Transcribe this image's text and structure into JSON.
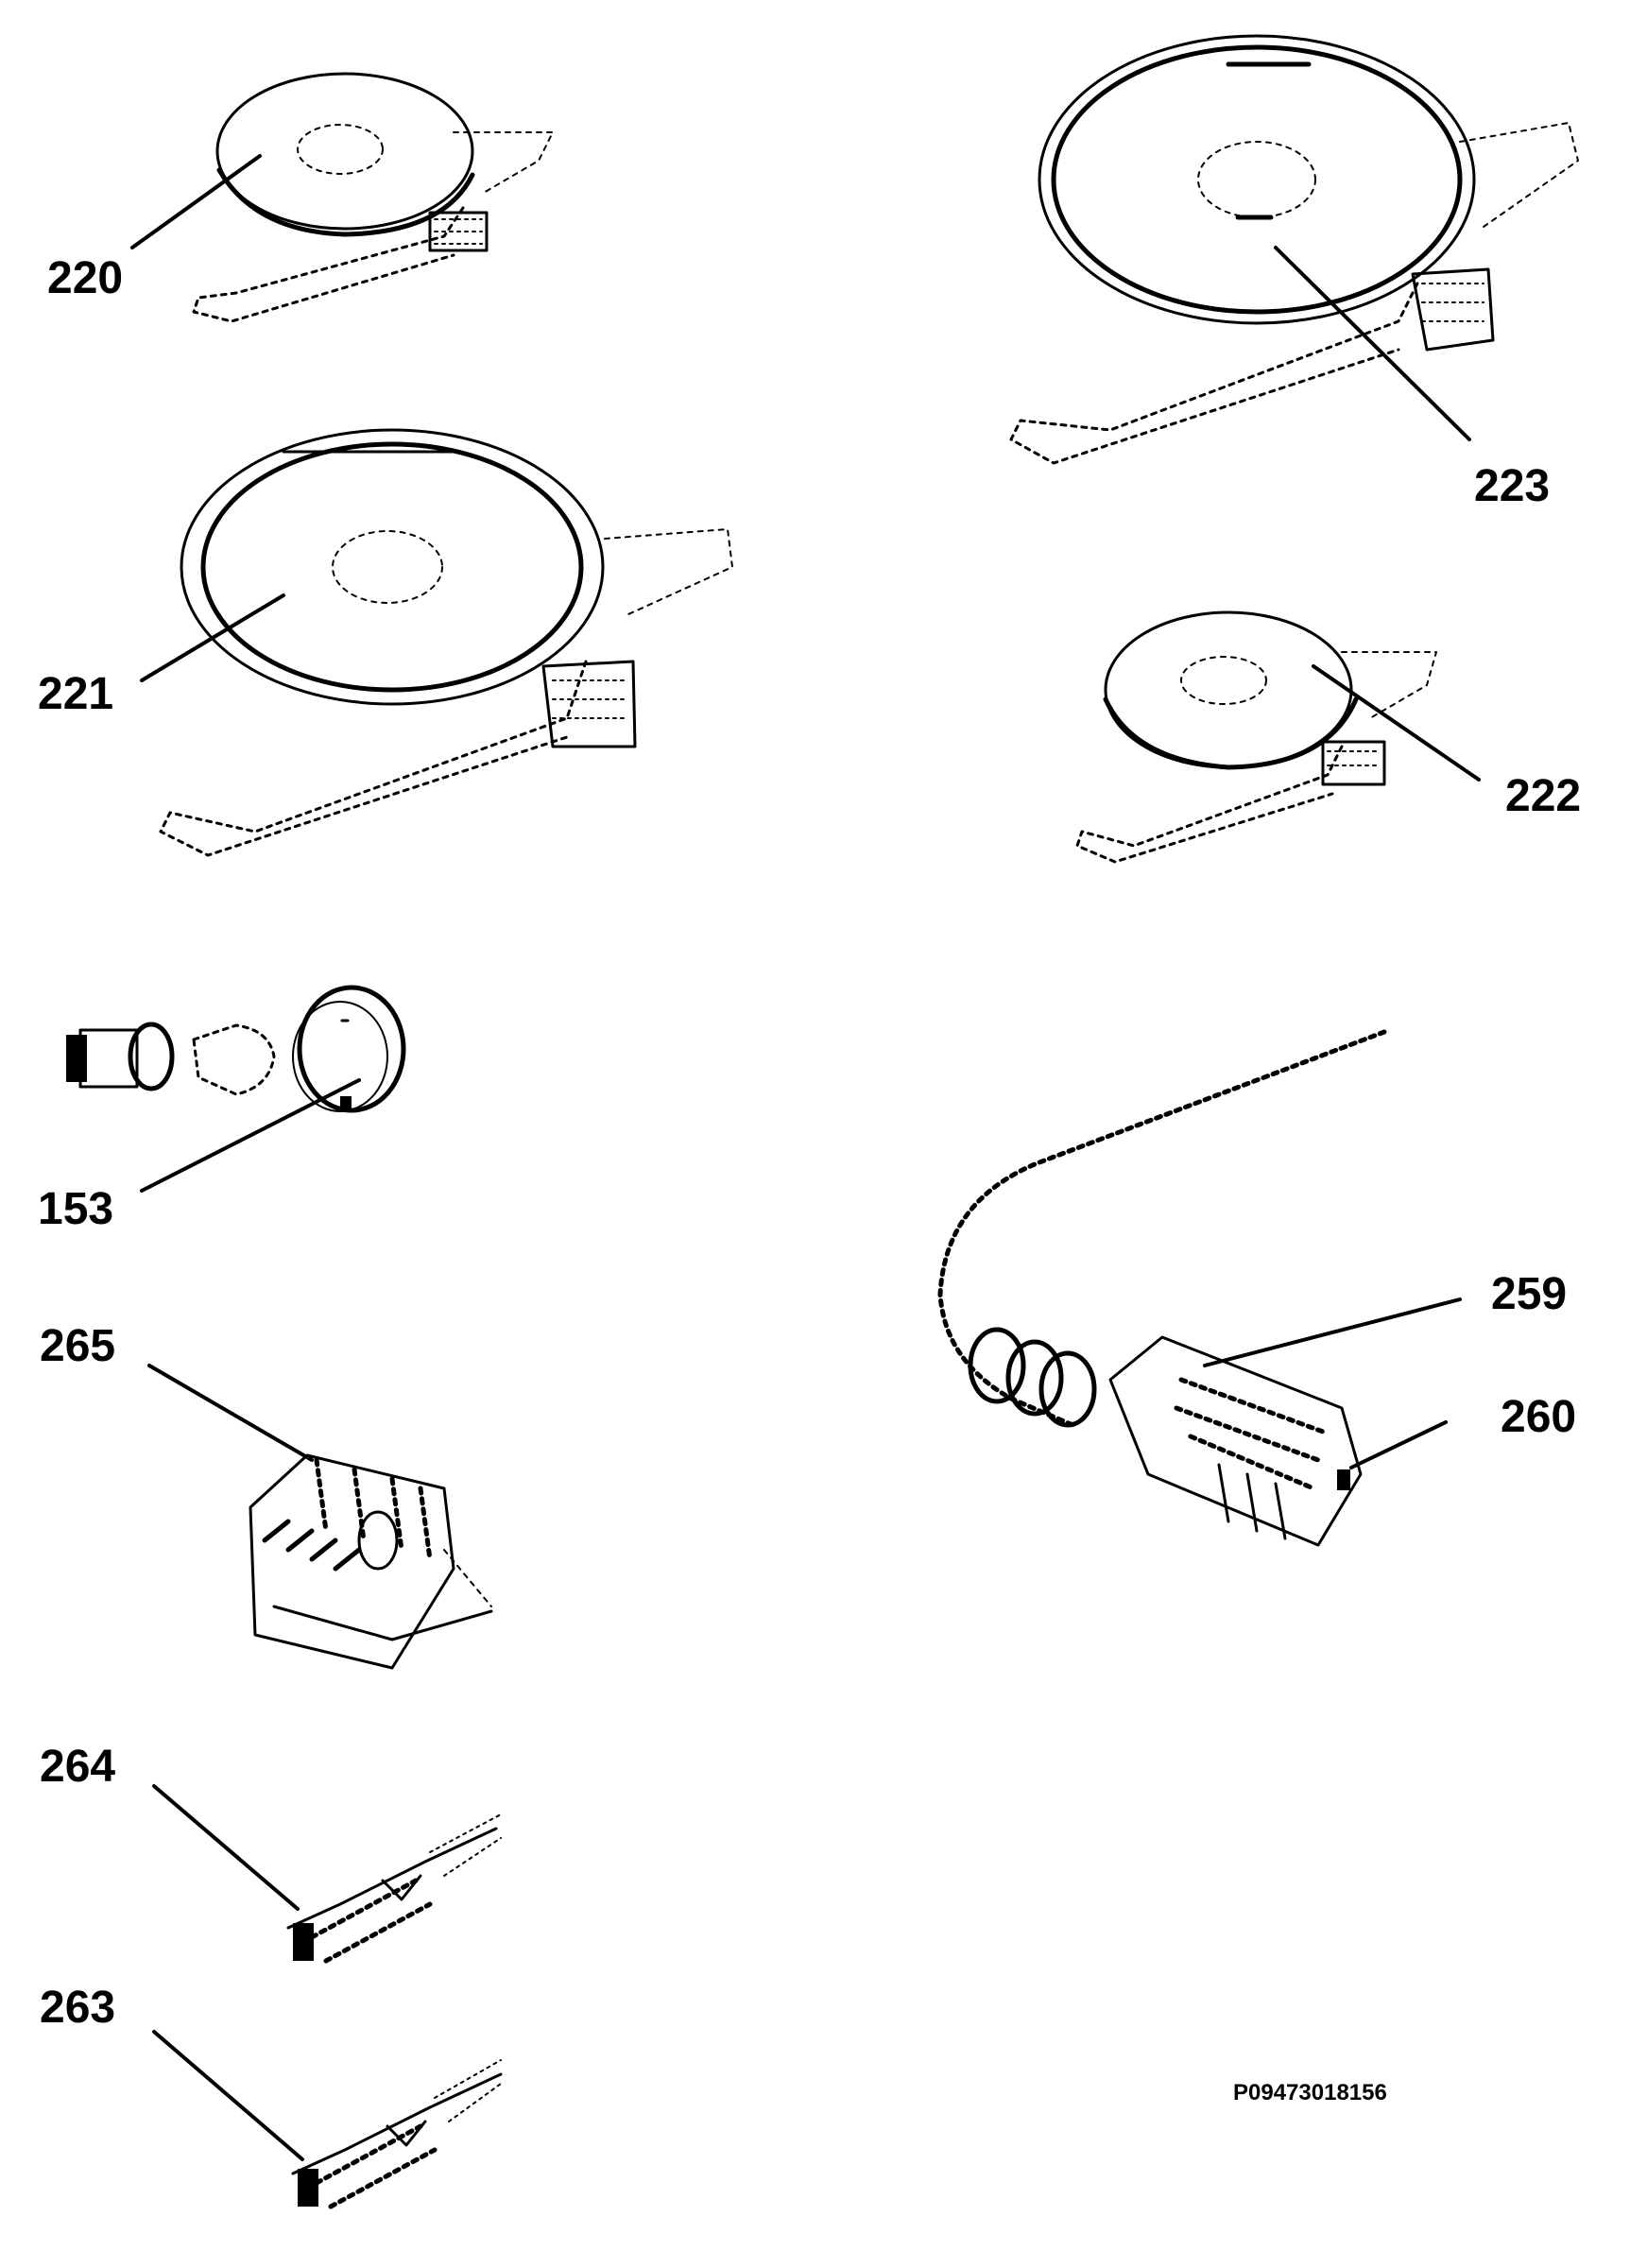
{
  "diagram": {
    "callouts": [
      {
        "key": "c220",
        "label": "220"
      },
      {
        "key": "c221",
        "label": "221"
      },
      {
        "key": "c222",
        "label": "222"
      },
      {
        "key": "c223",
        "label": "223"
      },
      {
        "key": "c153",
        "label": "153"
      },
      {
        "key": "c259",
        "label": "259"
      },
      {
        "key": "c260",
        "label": "260"
      },
      {
        "key": "c265",
        "label": "265"
      },
      {
        "key": "c264",
        "label": "264"
      },
      {
        "key": "c263",
        "label": "263"
      }
    ],
    "document_id": "P09473018156"
  }
}
